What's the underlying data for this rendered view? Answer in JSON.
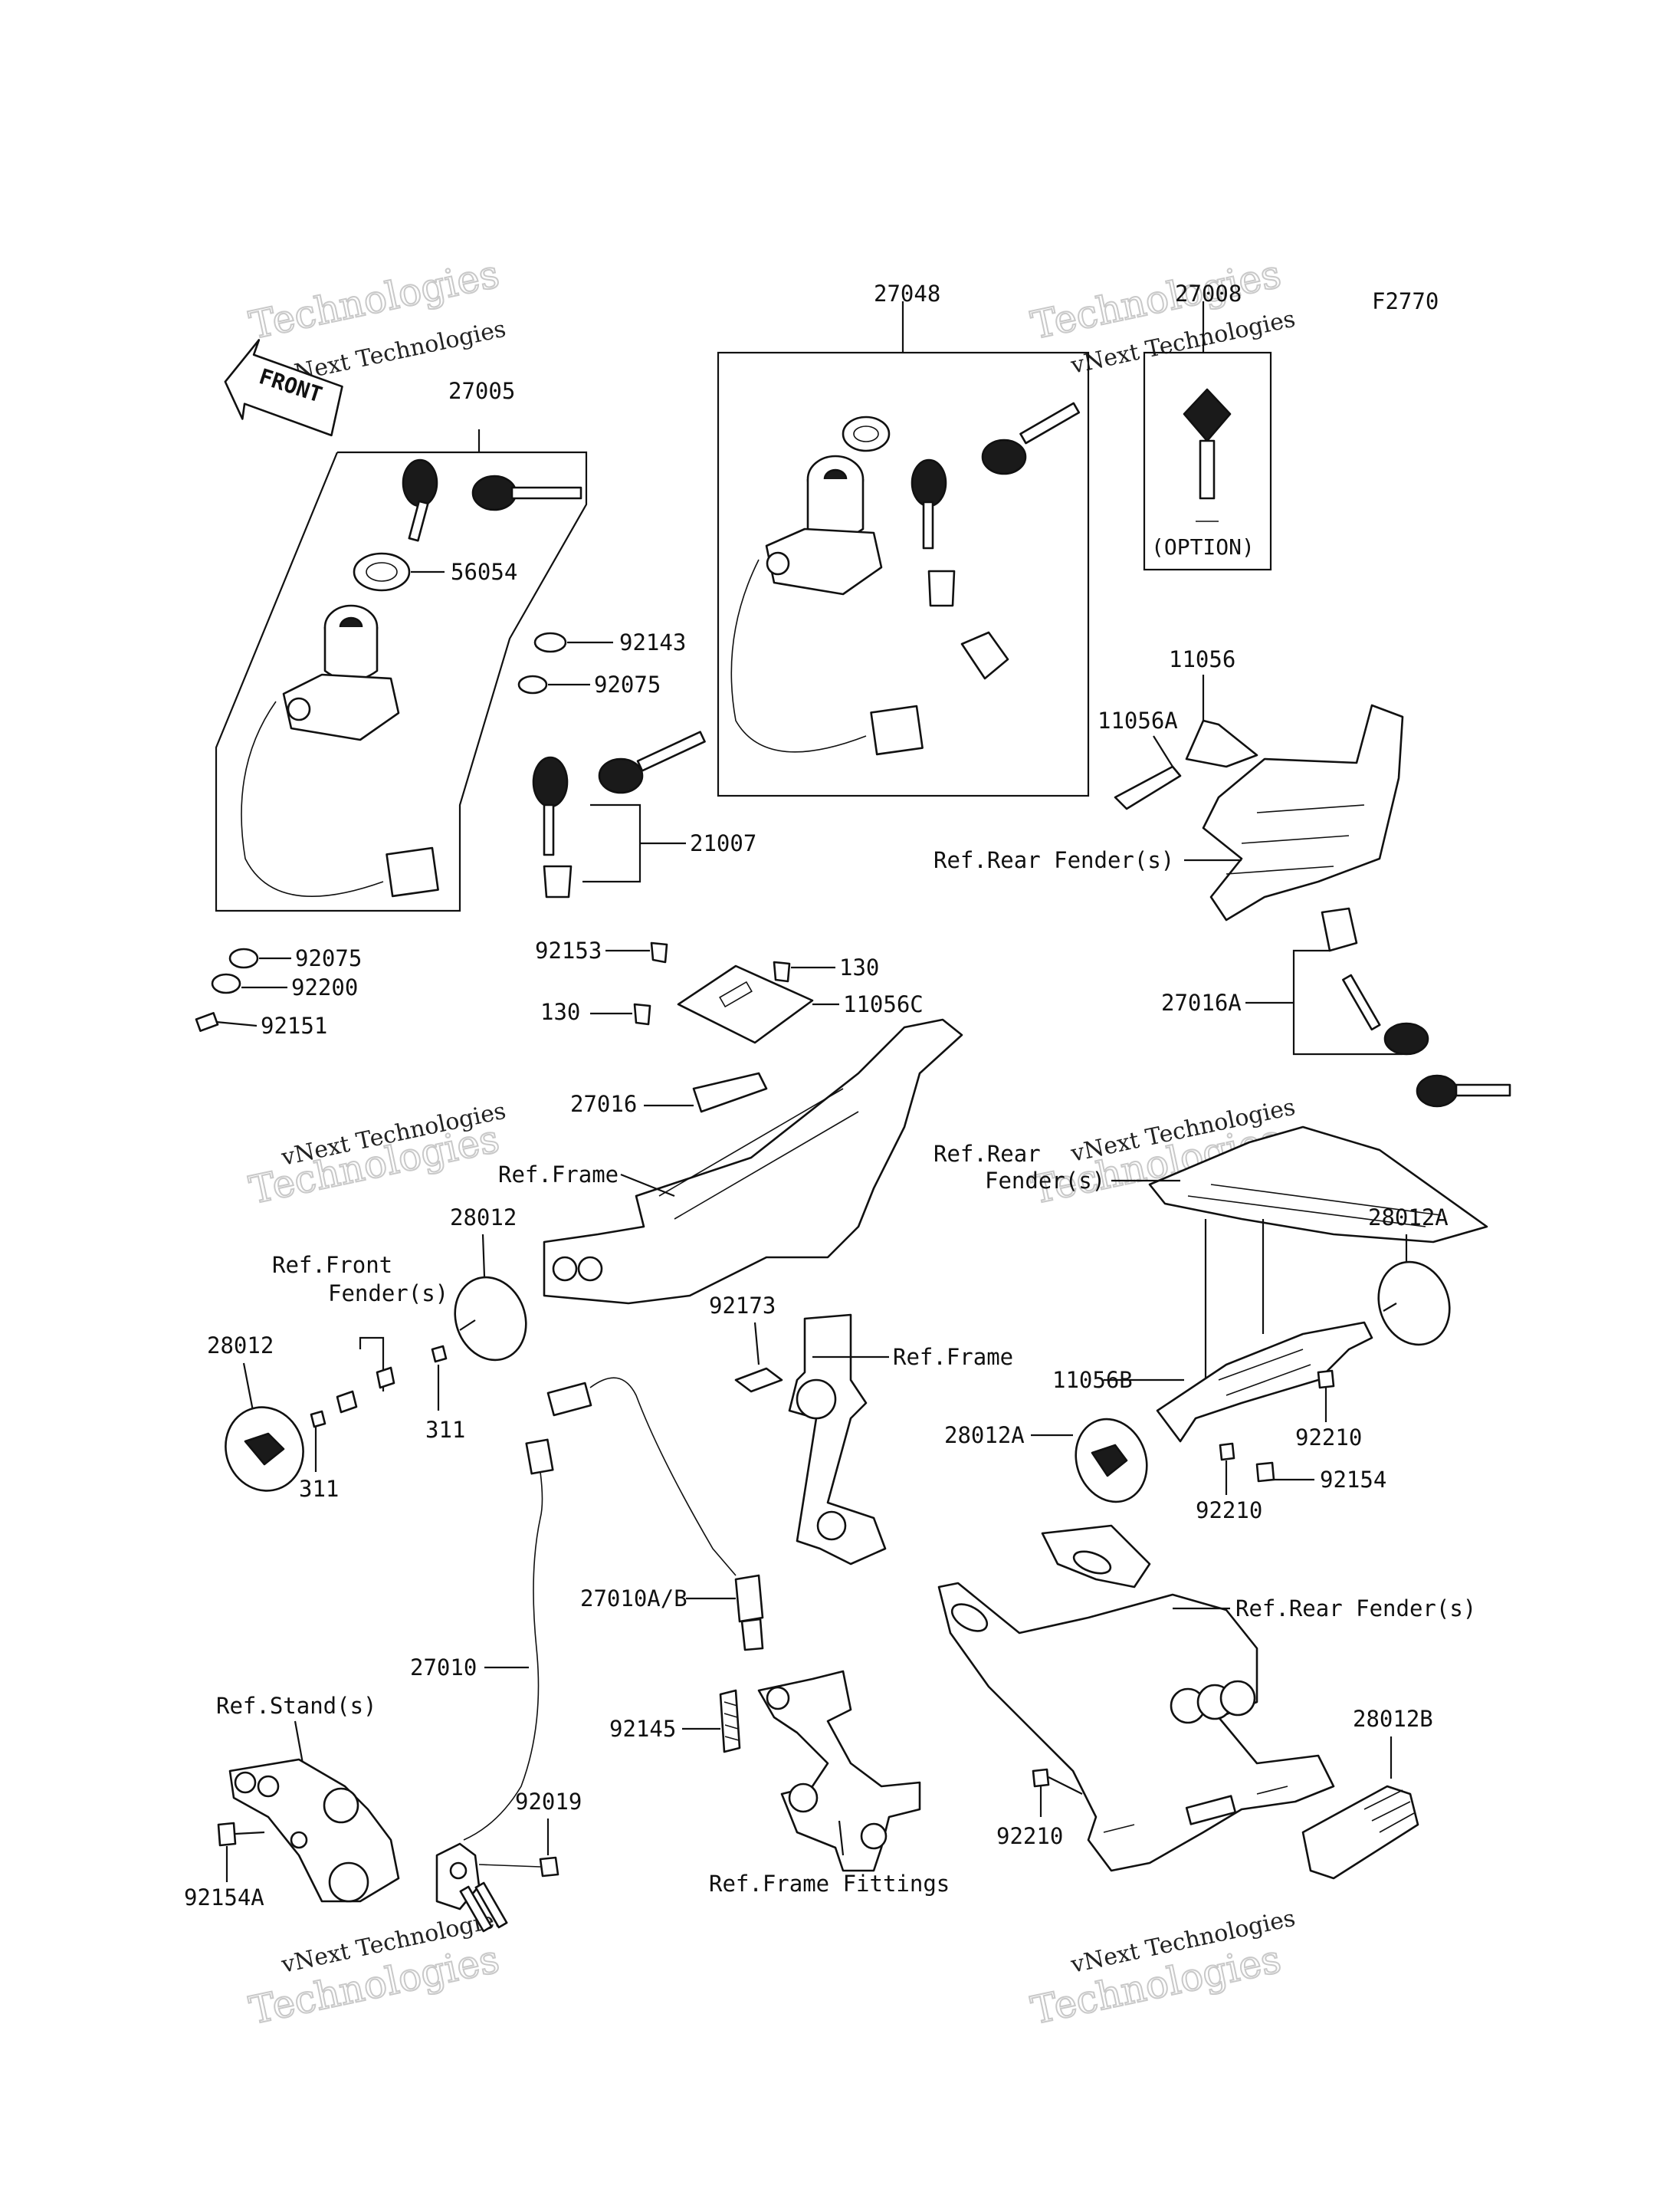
{
  "figure_code": "F2770",
  "front_label": "FRONT",
  "option_label": "(OPTION)",
  "watermark": {
    "small": "vNext Technologies",
    "large": "Technologies"
  },
  "labels": {
    "p27048": "27048",
    "p27008": "27008",
    "p27005": "27005",
    "p56054": "56054",
    "p92143": "92143",
    "p92075a": "92075",
    "p21007": "21007",
    "p92075b": "92075",
    "p92200": "92200",
    "p92151": "92151",
    "p92153": "92153",
    "p130a": "130",
    "p130b": "130",
    "p11056C": "11056C",
    "p27016": "27016",
    "p11056": "11056",
    "p11056A": "11056A",
    "p27016A": "27016A",
    "p28012a": "28012",
    "p28012b": "28012",
    "p311a": "311",
    "p311b": "311",
    "p92173": "92173",
    "p28012A_a": "28012A",
    "p28012A_b": "28012A",
    "p11056B": "11056B",
    "p92210a": "92210",
    "p92210b": "92210",
    "p92210c": "92210",
    "p92154": "92154",
    "p27010AB": "27010A/B",
    "p27010": "27010",
    "p92145": "92145",
    "p92019": "92019",
    "p92154A": "92154A",
    "p28012B": "28012B"
  },
  "refs": {
    "rear_fender_1": "Ref.Rear Fender(s)",
    "ref_frame_1": "Ref.Frame",
    "front_fender_l1": "Ref.Front",
    "front_fender_l2": "Fender(s)",
    "rear_fender_2_l1": "Ref.Rear",
    "rear_fender_2_l2": "Fender(s)",
    "ref_frame_2": "Ref.Frame",
    "rear_fender_3": "Ref.Rear Fender(s)",
    "stand": "Ref.Stand(s)",
    "frame_fittings": "Ref.Frame Fittings"
  }
}
